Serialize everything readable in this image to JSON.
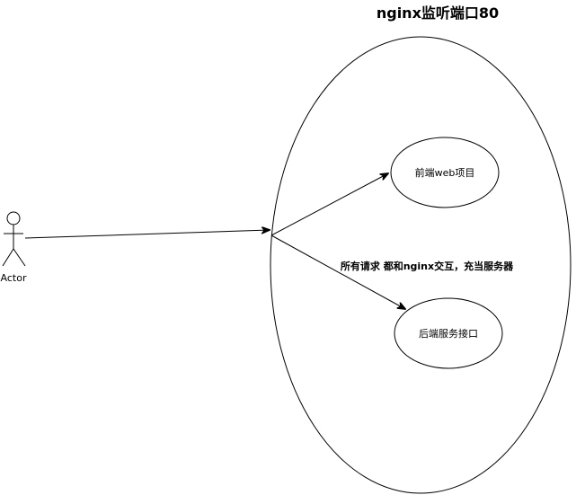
{
  "system": {
    "title": "nginx监听端口80"
  },
  "actor": {
    "label": "Actor"
  },
  "use_cases": {
    "frontend": "前端web项目",
    "backend": "后端服务接口"
  },
  "annotation": {
    "text": "所有请求 都和nginx交互，充当服务器"
  },
  "colors": {
    "stroke": "#000000",
    "fill": "#ffffff",
    "background": "#ffffff"
  }
}
